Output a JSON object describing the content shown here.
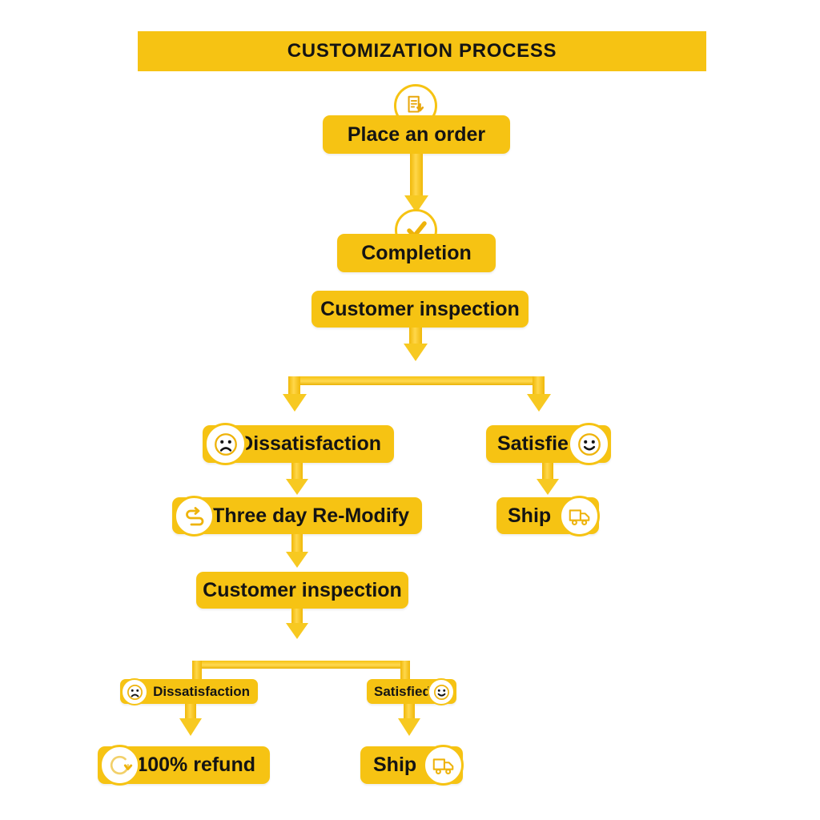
{
  "header": {
    "title": "CUSTOMIZATION PROCESS"
  },
  "colors": {
    "brand_yellow": "#f6c313",
    "arrow_yellow": "#f7c921",
    "text_dark": "#141414",
    "badge_white": "#ffffff",
    "background": "#ffffff"
  },
  "chart_data": {
    "type": "diagram",
    "title": "CUSTOMIZATION PROCESS",
    "orientation": "top-down flowchart",
    "nodes": [
      {
        "id": "place-an-order",
        "label": "Place an order",
        "icon": "order-document-icon",
        "icon_position": "top-center"
      },
      {
        "id": "completion",
        "label": "Completion",
        "icon": "check-circle-icon",
        "icon_position": "top-center"
      },
      {
        "id": "customer-inspection-1",
        "label": "Customer inspection",
        "icon": null
      },
      {
        "id": "dissatisfaction-1",
        "label": "Dissatisfaction",
        "icon": "sad-face-icon",
        "icon_position": "left"
      },
      {
        "id": "satisfied-1",
        "label": "Satisfied",
        "icon": "smiley-face-icon",
        "icon_position": "right"
      },
      {
        "id": "three-day-re-modify",
        "label": "Three day Re-Modify",
        "icon": "re-modify-arrow-icon",
        "icon_position": "left"
      },
      {
        "id": "ship-1",
        "label": "Ship",
        "icon": "delivery-truck-icon",
        "icon_position": "right"
      },
      {
        "id": "customer-inspection-2",
        "label": "Customer inspection",
        "icon": null
      },
      {
        "id": "dissatisfaction-2",
        "label": "Dissatisfaction",
        "icon": "sad-face-icon",
        "icon_position": "left"
      },
      {
        "id": "satisfied-2",
        "label": "Satisfied",
        "icon": "smiley-face-icon",
        "icon_position": "right"
      },
      {
        "id": "refund",
        "label": "100% refund",
        "icon": "refund-circular-arrow-icon",
        "icon_position": "left"
      },
      {
        "id": "ship-2",
        "label": "Ship",
        "icon": "delivery-truck-icon",
        "icon_position": "right"
      }
    ],
    "edges": [
      {
        "from": "place-an-order",
        "to": "completion"
      },
      {
        "from": "completion",
        "to": "customer-inspection-1"
      },
      {
        "from": "customer-inspection-1",
        "to": "dissatisfaction-1"
      },
      {
        "from": "customer-inspection-1",
        "to": "satisfied-1"
      },
      {
        "from": "dissatisfaction-1",
        "to": "three-day-re-modify"
      },
      {
        "from": "satisfied-1",
        "to": "ship-1"
      },
      {
        "from": "three-day-re-modify",
        "to": "customer-inspection-2"
      },
      {
        "from": "customer-inspection-2",
        "to": "dissatisfaction-2"
      },
      {
        "from": "customer-inspection-2",
        "to": "satisfied-2"
      },
      {
        "from": "dissatisfaction-2",
        "to": "refund"
      },
      {
        "from": "satisfied-2",
        "to": "ship-2"
      }
    ]
  },
  "nodes": {
    "place_an_order": "Place an order",
    "completion": "Completion",
    "customer_inspection_1": "Customer inspection",
    "dissatisfaction_1": "Dissatisfaction",
    "satisfied_1": "Satisfied",
    "three_day_re_modify": "Three day Re-Modify",
    "ship_1": "Ship",
    "customer_inspection_2": "Customer inspection",
    "dissatisfaction_2": "Dissatisfaction",
    "satisfied_2": "Satisfied",
    "refund": "100% refund",
    "ship_2": "Ship"
  }
}
